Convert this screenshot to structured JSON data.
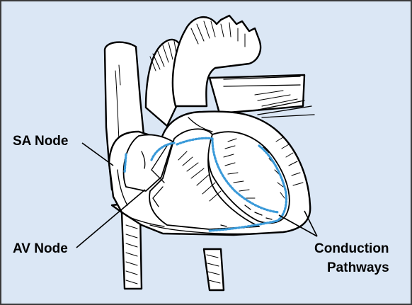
{
  "colors": {
    "background": "#dbe7f5",
    "frame": "#3a3a3a",
    "heart_fill": "#ffffff",
    "outline": "#000000",
    "conduction_highlight": "#3a9ad9"
  },
  "labels": {
    "sa_node": "SA Node",
    "av_node": "AV Node",
    "conduction_line1": "Conduction",
    "conduction_line2": "Pathways"
  }
}
